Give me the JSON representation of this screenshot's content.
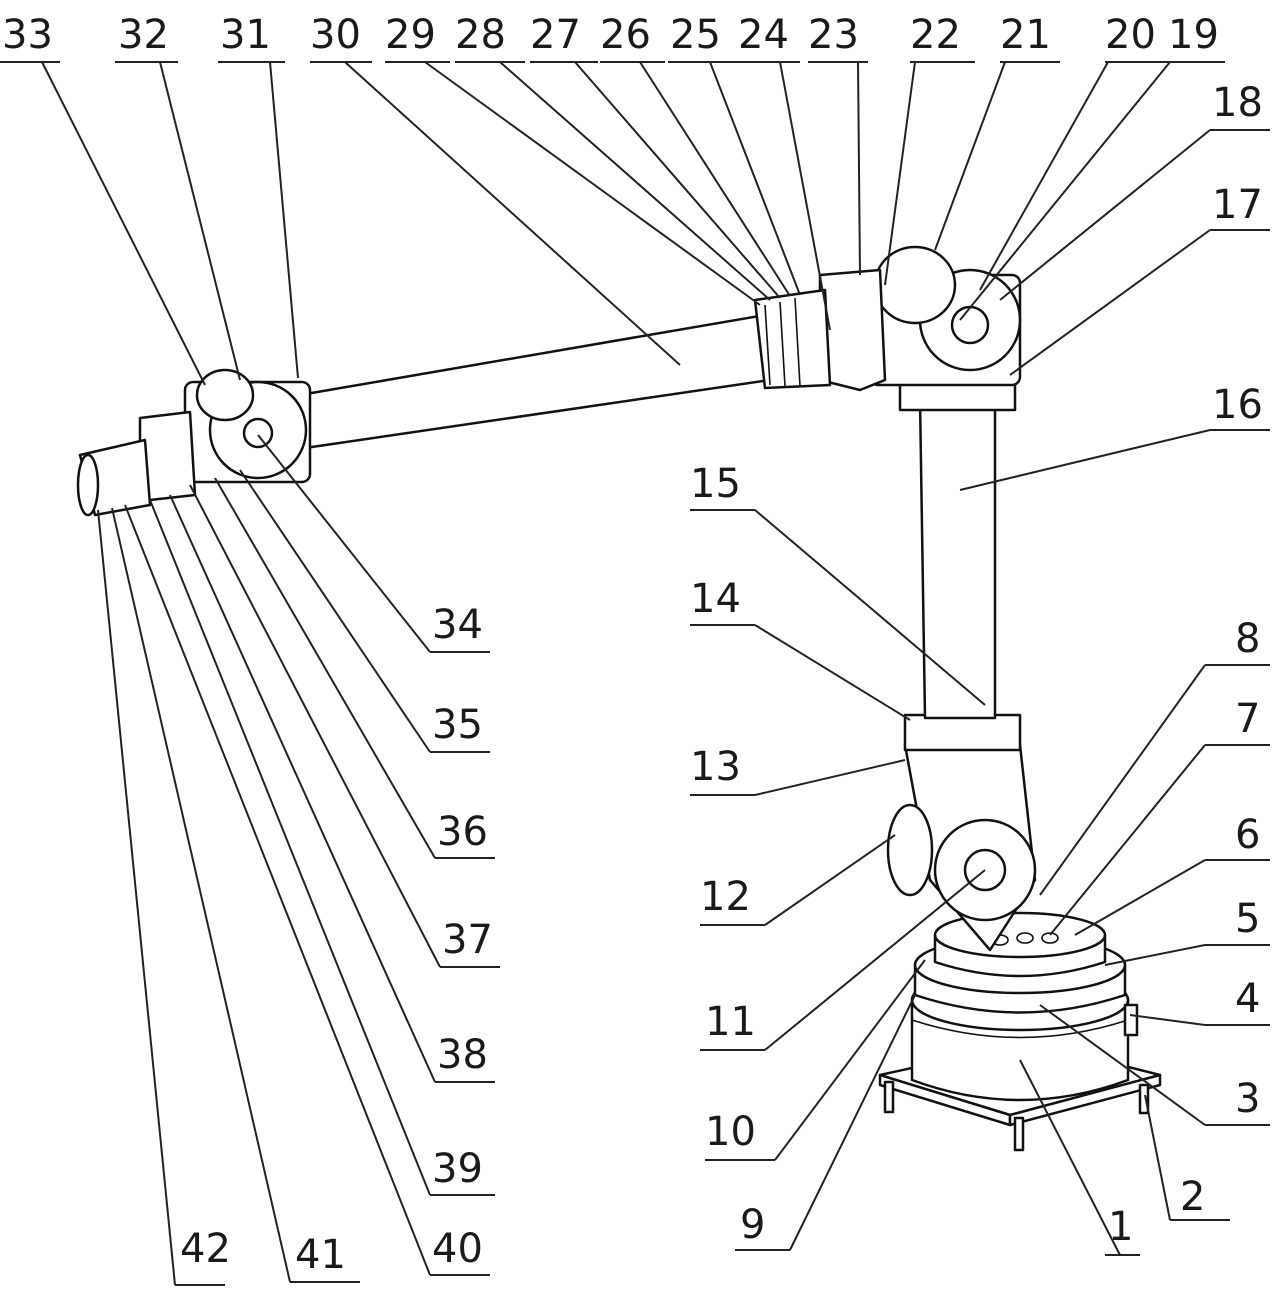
{
  "figure": {
    "labels": [
      "1",
      "2",
      "3",
      "4",
      "5",
      "6",
      "7",
      "8",
      "9",
      "10",
      "11",
      "12",
      "13",
      "14",
      "15",
      "16",
      "17",
      "18",
      "19",
      "20",
      "21",
      "22",
      "23",
      "24",
      "25",
      "26",
      "27",
      "28",
      "29",
      "30",
      "31",
      "32",
      "33",
      "34",
      "35",
      "36",
      "37",
      "38",
      "39",
      "40",
      "41",
      "42"
    ]
  }
}
